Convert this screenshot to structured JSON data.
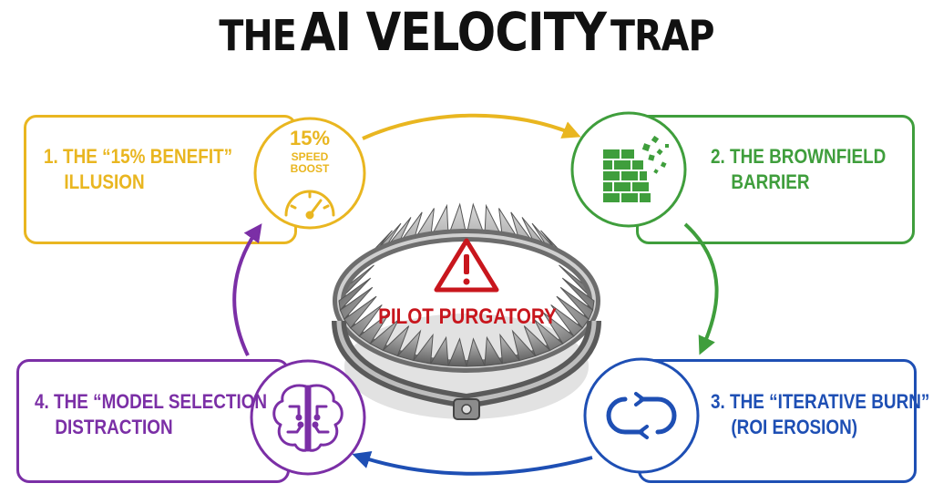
{
  "title": {
    "part1": "THE",
    "part2": "AI VELOCITY",
    "part3": "TRAP"
  },
  "colors": {
    "yellow": "#E9B620",
    "green": "#3F9E3C",
    "blue": "#1E4FB4",
    "purple": "#7B2FA6",
    "red": "#C8161D"
  },
  "steps": [
    {
      "line1": "1. THE “15% BENEFIT”",
      "line2": "ILLUSION",
      "icon": "speedometer-icon",
      "icon_text": [
        "15%",
        "SPEED",
        "BOOST"
      ]
    },
    {
      "line1": "2. THE BROWNFIELD",
      "line2": "BARRIER",
      "icon": "crumbling-brick-wall-icon"
    },
    {
      "line1": "3. THE “ITERATIVE BURN”",
      "line2": "(ROI EROSION)",
      "icon": "cycle-arrows-icon"
    },
    {
      "line1": "4. THE “MODEL SELECTION",
      "line2": "DISTRACTION",
      "icon": "brain-circuit-icon"
    }
  ],
  "center": {
    "icon": "warning-triangle-icon",
    "label": "PILOT PURGATORY"
  }
}
